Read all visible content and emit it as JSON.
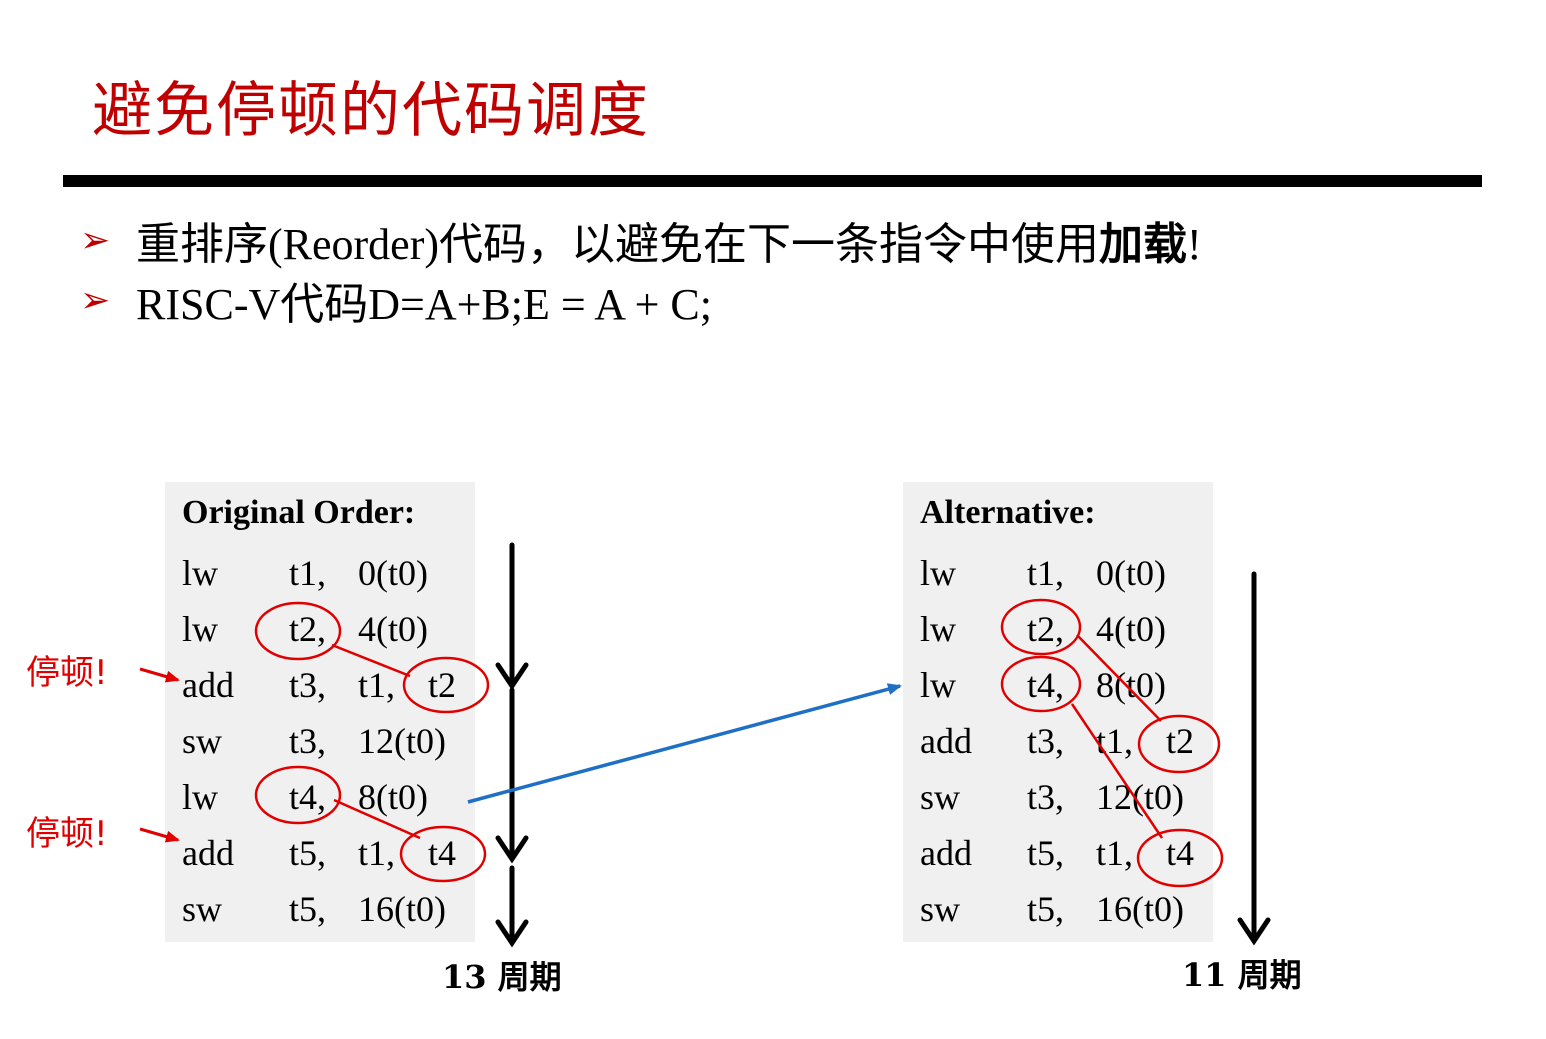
{
  "title": "避免停顿的代码调度",
  "bullets": [
    {
      "marker": "➢",
      "text_before": "重排序(Reorder)代码，以避免在下一条指令中使用",
      "text_bold": "加载",
      "text_after": "!"
    },
    {
      "marker": "➢",
      "text_before": "RISC-V代码D=A+B;E = A + C;",
      "text_bold": "",
      "text_after": ""
    }
  ],
  "original": {
    "heading": "Original Order:",
    "rows": [
      {
        "op": "lw",
        "a1": "t1,",
        "a2": "0(t0)"
      },
      {
        "op": "lw",
        "a1": "t2,",
        "a2": "4(t0)"
      },
      {
        "op": "add",
        "a1": "t3,",
        "a2": "t1,",
        "a3": "t2"
      },
      {
        "op": "sw",
        "a1": "t3,",
        "a2": "12(t0)"
      },
      {
        "op": "lw",
        "a1": "t4,",
        "a2": "8(t0)"
      },
      {
        "op": "add",
        "a1": "t5,",
        "a2": "t1,",
        "a3": "t4"
      },
      {
        "op": "sw",
        "a1": "t5,",
        "a2": "16(t0)"
      }
    ],
    "stall_label": "停顿!",
    "cycles": "13 周期"
  },
  "alternative": {
    "heading": "Alternative:",
    "rows": [
      {
        "op": "lw",
        "a1": "t1,",
        "a2": "0(t0)"
      },
      {
        "op": "lw",
        "a1": "t2,",
        "a2": "4(t0)"
      },
      {
        "op": "lw",
        "a1": "t4,",
        "a2": "8(t0)"
      },
      {
        "op": "add",
        "a1": "t3,",
        "a2": "t1,",
        "a3": "t2"
      },
      {
        "op": "sw",
        "a1": "t3,",
        "a2": "12(t0)"
      },
      {
        "op": "add",
        "a1": "t5,",
        "a2": "t1,",
        "a3": "t4"
      },
      {
        "op": "sw",
        "a1": "t5,",
        "a2": "16(t0)"
      }
    ],
    "cycles": "11 周期"
  },
  "colors": {
    "title": "#c00000",
    "highlight": "#e00000",
    "link_arrow": "#1f6fc4",
    "panel_bg": "#f0f0f0"
  }
}
